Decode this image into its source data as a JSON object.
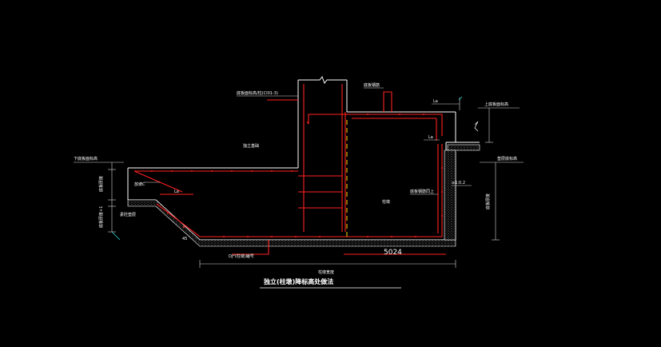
{
  "drawing": {
    "title": "独立(柱墩)降标高处做法",
    "labels": {
      "top_left_slab": "底板面标高/柱(CI01-3)",
      "top_right_rebar": "底板钢筋",
      "top_right_elev": "上底板面标高",
      "left_elev": "下底板面标高",
      "left_vert_1": "底板厚度",
      "left_vert_2": "底板厚度+1",
      "left_pad": "素砼垫层",
      "left_slope": "放坡C",
      "right_elev": "垫层底标高",
      "right_vert": "底板厚度",
      "mid_left": "独立基础",
      "mid_right": "柱墩",
      "rebar_note": "底板钢筋同上",
      "slope_dim": "≥1:0.2",
      "bottom_left": "DJ*(柱墩)编号",
      "bottom_mid": "柱墩宽度",
      "la_1": "La",
      "la_2": "La",
      "la_3": "La",
      "dim_5024": "5024",
      "dim_left": "45"
    }
  },
  "colors": {
    "background": "#000000",
    "red": "#ff2020",
    "white": "#ffffff",
    "yellow": "#ffd400",
    "cyan": "#2ee6e6",
    "grey": "#bfbfbf"
  }
}
